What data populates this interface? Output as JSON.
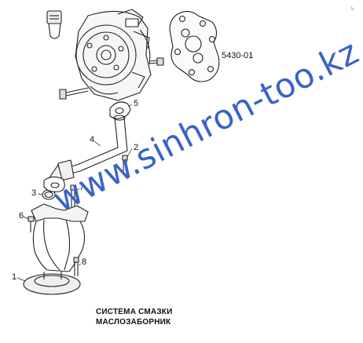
{
  "callouts": [
    "1",
    "2",
    "3",
    "4",
    "5",
    "6",
    "7",
    "8"
  ],
  "drawing_code": "5430-01",
  "caption_line1": "СИСТЕМА СМАЗКИ",
  "caption_line2": "МАСЛОЗАБОРНИК",
  "watermark": "www.sinhron-too.kz",
  "corner_mark": "ъ"
}
